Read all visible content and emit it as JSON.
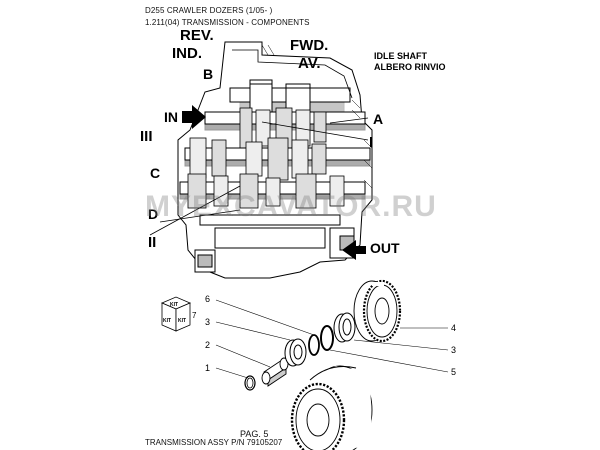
{
  "header": {
    "line1": "D255 CRAWLER DOZERS (1/05- )",
    "line2": "1.211(04) TRANSMISSION - COMPONENTS"
  },
  "labels": {
    "rev1": "REV.",
    "rev2": "IND.",
    "fwd1": "FWD.",
    "fwd2": "AV.",
    "idle1": "IDLE SHAFT",
    "idle2": "ALBERO RINVIO",
    "b": "B",
    "in": "IN",
    "a": "A",
    "iii": "III",
    "i": "I",
    "c": "C",
    "d": "D",
    "ii": "II",
    "out": "OUT"
  },
  "kit": {
    "top": "KIT",
    "left": "KIT",
    "right": "KIT",
    "num": "7"
  },
  "callouts": [
    "6",
    "3",
    "2",
    "1",
    "4",
    "3",
    "5"
  ],
  "watermark": "MYEXCAVATOR.RU",
  "footer": {
    "left": "TRANSMISSION ASSY P/N 79105207",
    "page": "PAG. 5"
  }
}
